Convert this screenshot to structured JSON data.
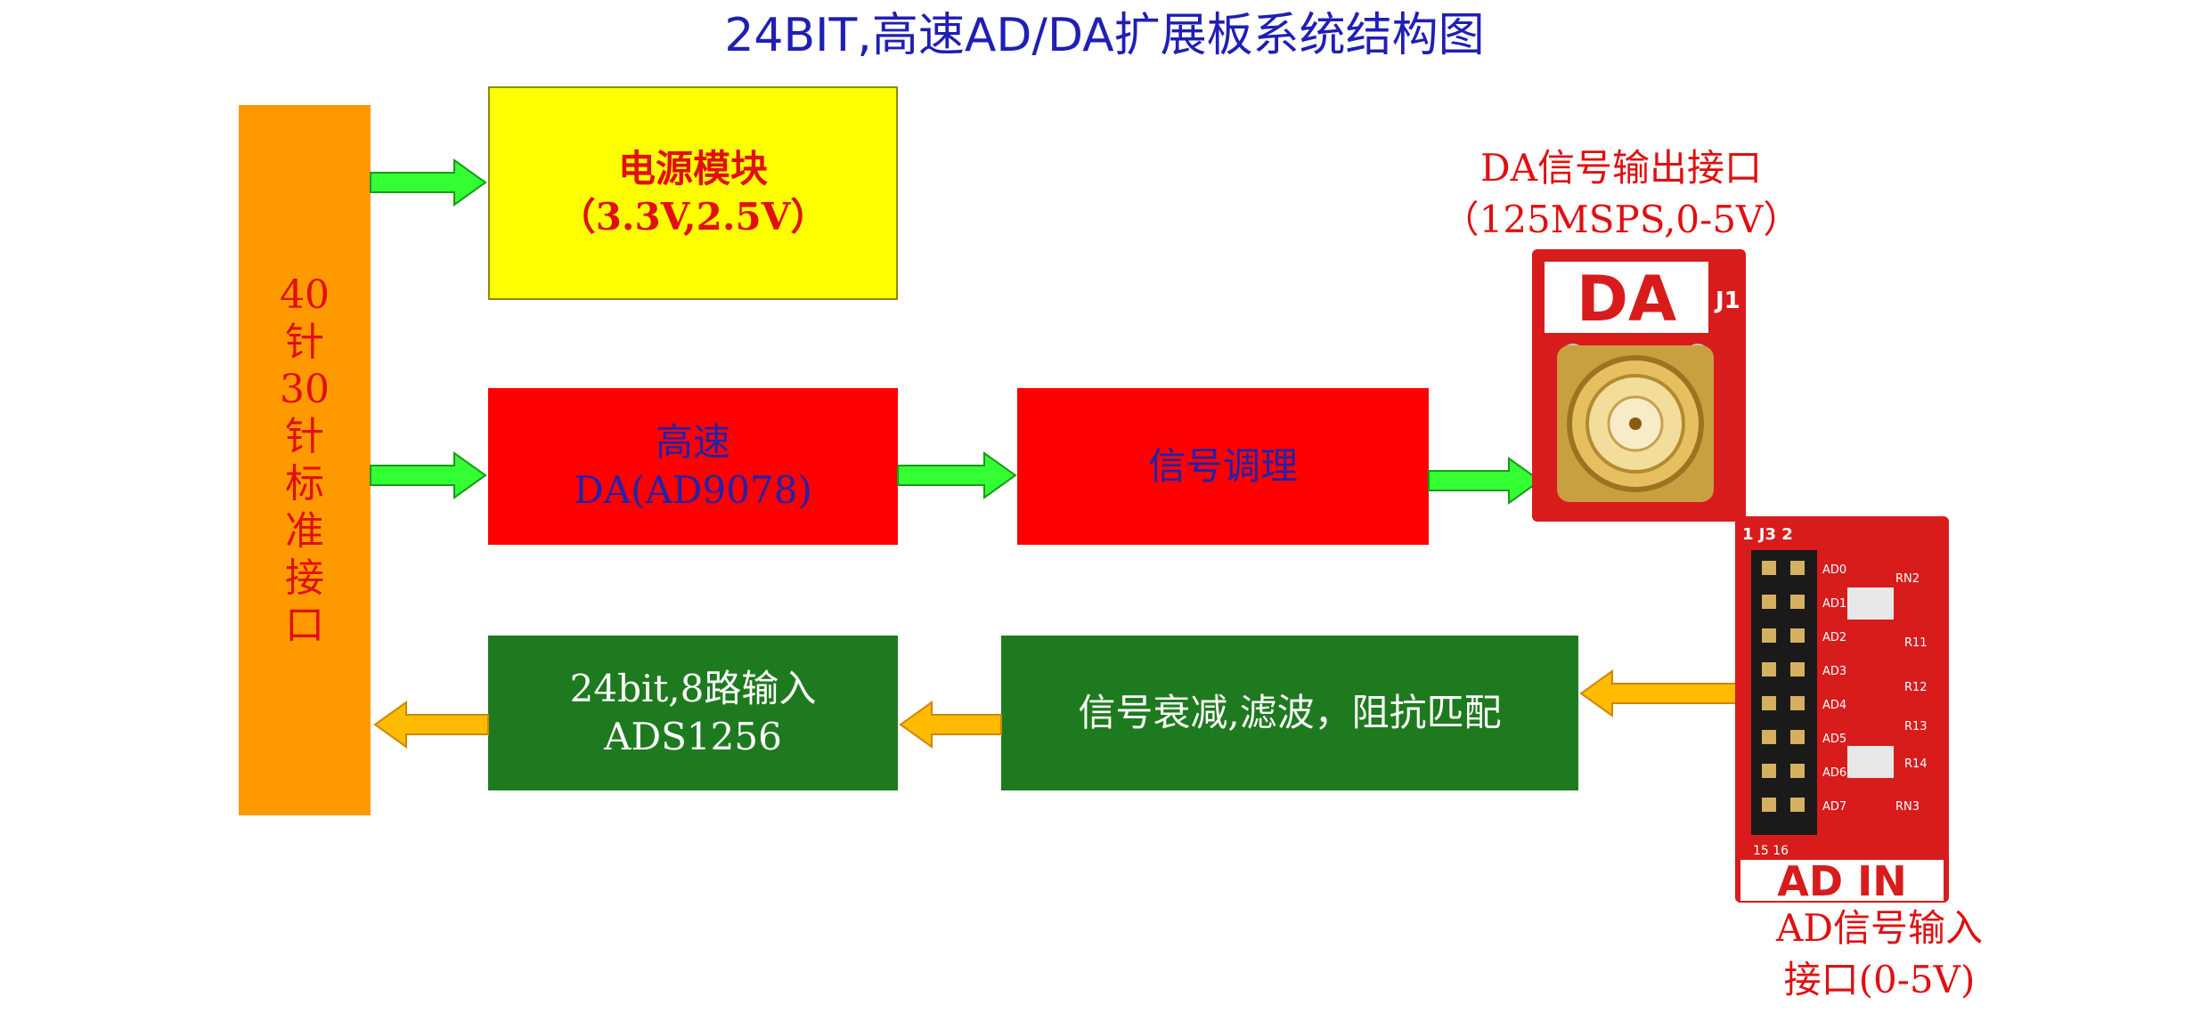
{
  "title": "24BIT,高速AD/DA扩展板系统结构图",
  "colors": {
    "title": "#1f1fb4",
    "interface_bar": "#ff9900",
    "interface_text": "#e01010",
    "power_fill": "#ffff00",
    "power_text": "#e01010",
    "red_fill": "#ff0000",
    "blue_text": "#2222aa",
    "green_fill": "#1e7a1e",
    "white_text": "#ffffff",
    "green_arrow": "#33ff33",
    "yellow_arrow": "#ffbb00",
    "port_text": "#e01010",
    "pcb_red": "#d81c1c"
  },
  "interface_bar": {
    "chars": [
      "40",
      "针",
      "30",
      "针",
      "标",
      "准",
      "接",
      "口"
    ]
  },
  "power_block": {
    "line1": "电源模块",
    "line2": "（3.3V,2.5V）"
  },
  "da_block": {
    "line1": "高速",
    "line2": "DA(AD9078)"
  },
  "cond_block": {
    "label": "信号调理"
  },
  "ad_block": {
    "line1": "24bit,8路输入",
    "line2": "ADS1256"
  },
  "atten_block": {
    "label": "信号衰减,滤波，阻抗匹配"
  },
  "da_port": {
    "label_line1": "DA信号输出接口",
    "label_line2": "（125MSPS,0-5V）",
    "board_text": "DA",
    "designator": "J1"
  },
  "ad_port": {
    "label_line1": "AD信号输入",
    "label_line2": "接口(0-5V)",
    "board_text": "AD IN",
    "header_label": "1  J3  2",
    "pin_labels": [
      "AD0",
      "AD1",
      "AD2",
      "AD3",
      "AD4",
      "AD5",
      "AD6",
      "AD7"
    ],
    "resistor_labels": [
      "RN2",
      "R11",
      "R12",
      "R13",
      "R14",
      "RN3"
    ],
    "bottom_label": "15  16"
  }
}
